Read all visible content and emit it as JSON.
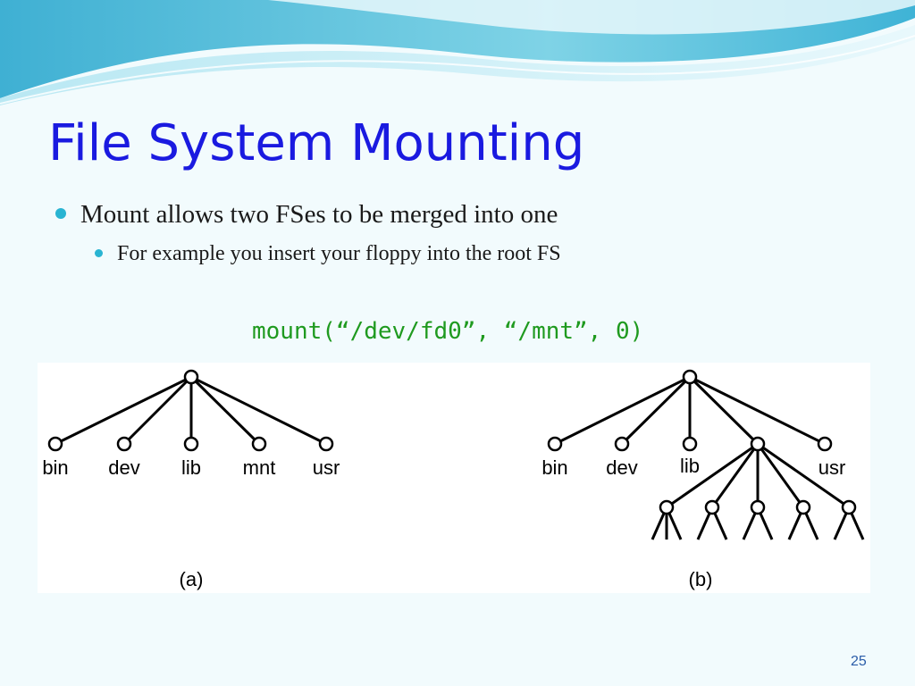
{
  "slide": {
    "title": "File System Mounting",
    "bullets": [
      "Mount allows two FSes to be merged into one",
      "For example you insert your floppy into the root FS"
    ],
    "code": "mount(“/dev/fd0”, “/mnt”, 0)",
    "slide_number": "25"
  },
  "diagram": {
    "tree_a": {
      "caption": "(a)",
      "children": [
        "bin",
        "dev",
        "lib",
        "mnt",
        "usr"
      ]
    },
    "tree_b": {
      "caption": "(b)",
      "children": [
        "bin",
        "dev",
        "lib",
        "",
        "usr"
      ],
      "mounted_subdirs": 5
    }
  },
  "colors": {
    "title": "#1a1ae0",
    "code": "#1f9a1f",
    "bullet_dot": "#29b4d2",
    "wave": "#48b9d6"
  }
}
